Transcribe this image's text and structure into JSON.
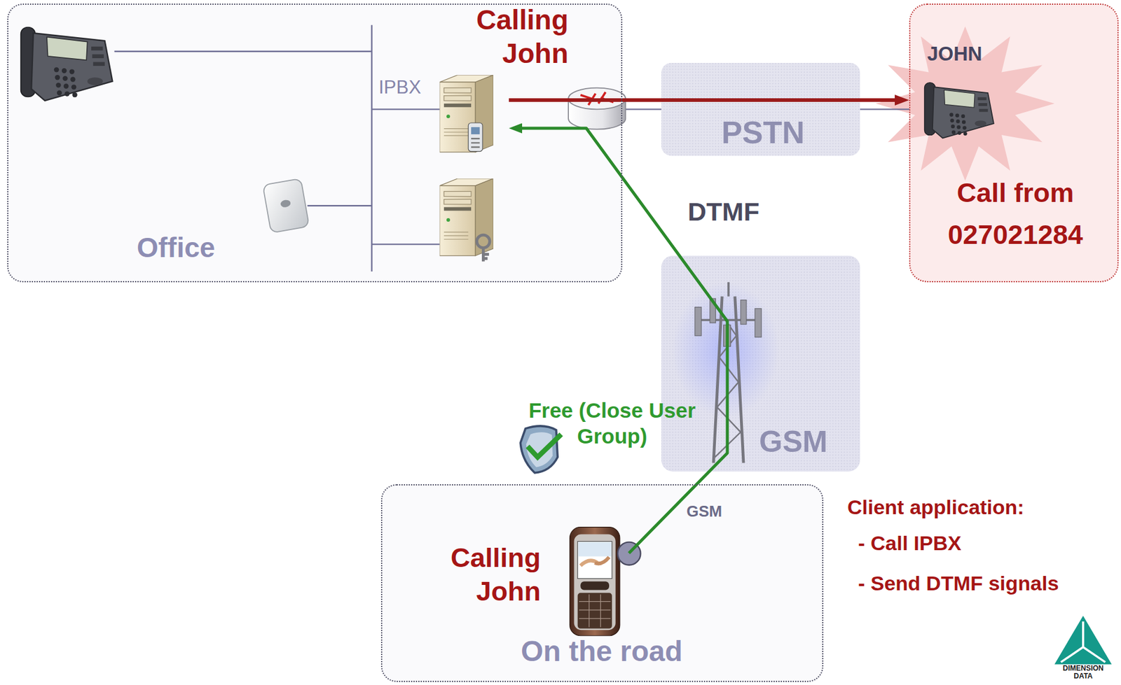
{
  "diagram": {
    "nodes": [
      {
        "text": [
          "Office"
        ]
      },
      {
        "text": [
          "IPBX"
        ],
        "in": 0
      },
      {
        "text": [
          "PSTN"
        ]
      },
      {
        "text": [
          "JOHN",
          "Call from 027021284"
        ]
      },
      {
        "text": [
          "GSM"
        ]
      },
      {
        "text": [
          "On the road"
        ]
      },
      {
        "text": [
          "Calling John"
        ],
        "in": 5
      }
    ],
    "edges": [
      {
        "from": 1,
        "to": 3,
        "arrow": "to"
      },
      {
        "from": 6,
        "to": 1,
        "arrow": "to"
      }
    ],
    "labels": [
      "Calling John",
      "DTMF",
      "Free (Close User Group)",
      "GSM",
      "Client application:",
      "- Call IPBX",
      "- Send DTMF signals",
      "DIMENSION DATA"
    ]
  }
}
